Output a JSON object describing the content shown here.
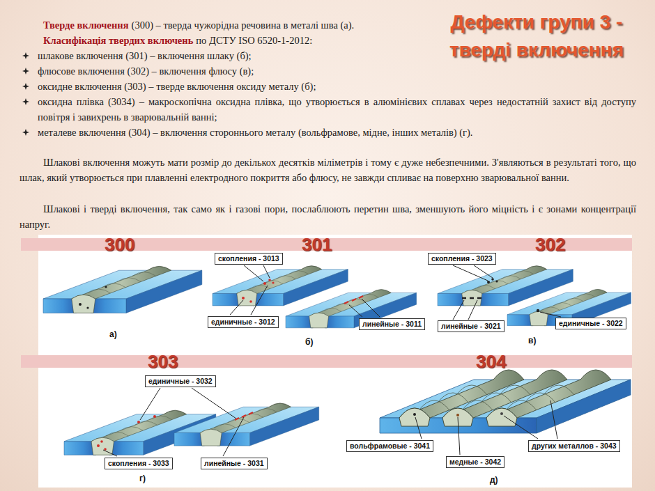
{
  "diagram": {
    "title": "Дефекти групи 3 - тверді включення",
    "nodes": [
      {
        "text": [
          "скопления - 3013"
        ]
      },
      {
        "text": [
          "единичные - 3012"
        ]
      },
      {
        "text": [
          "линейные - 3011"
        ]
      },
      {
        "text": [
          "скопления - 3023"
        ]
      },
      {
        "text": [
          "линейные - 3021"
        ]
      },
      {
        "text": [
          "единичные - 3022"
        ]
      },
      {
        "text": [
          "единичные - 3032"
        ]
      },
      {
        "text": [
          "скопления - 3033"
        ]
      },
      {
        "text": [
          "линейные - 3031"
        ]
      },
      {
        "text": [
          "вольфрамовые - 3041"
        ]
      },
      {
        "text": [
          "других металлов - 3043"
        ]
      },
      {
        "text": [
          "медные - 3042"
        ]
      }
    ],
    "labels": [
      "Тверде включення",
      "(300) – тверда чужорідна речовина в металі шва (а).",
      "Класифікація твердих включень",
      "по ДСТУ ISO 6520-1-2012:",
      "шлакове включення (301) – включення шлаку (б);",
      "флюсове включення (302) – включення флюсу (в);",
      "оксидне включення (303) – тверде включення оксиду металу (б);",
      "оксидна плівка (3034) – макроскопічна оксидна плівка, що утворюється в алюмінієвих сплавах через недостатній захист від доступу повітря і завихрень в зварювальній ванні;",
      "металеве включення (304) – включення стороннього металу (вольфрамове, мідне, інших металів) (г).",
      "Шлакові включення можуть мати розмір до декількох десятків міліметрів і тому є дуже небезпечними. З'являються в результаті того, що шлак, який утворюється при плавленні електродного покриття або флюсу, не завжди спливає на поверхню зварювальної ванни.",
      "Шлакові і тверді включення, так само як і газові пори, послаблюють перетин шва, зменшують його міцність і є зонами концентрації напруг.",
      "300",
      "301",
      "302",
      "303",
      "304",
      "а)",
      "б)",
      "в)",
      "г)",
      "д)"
    ]
  }
}
